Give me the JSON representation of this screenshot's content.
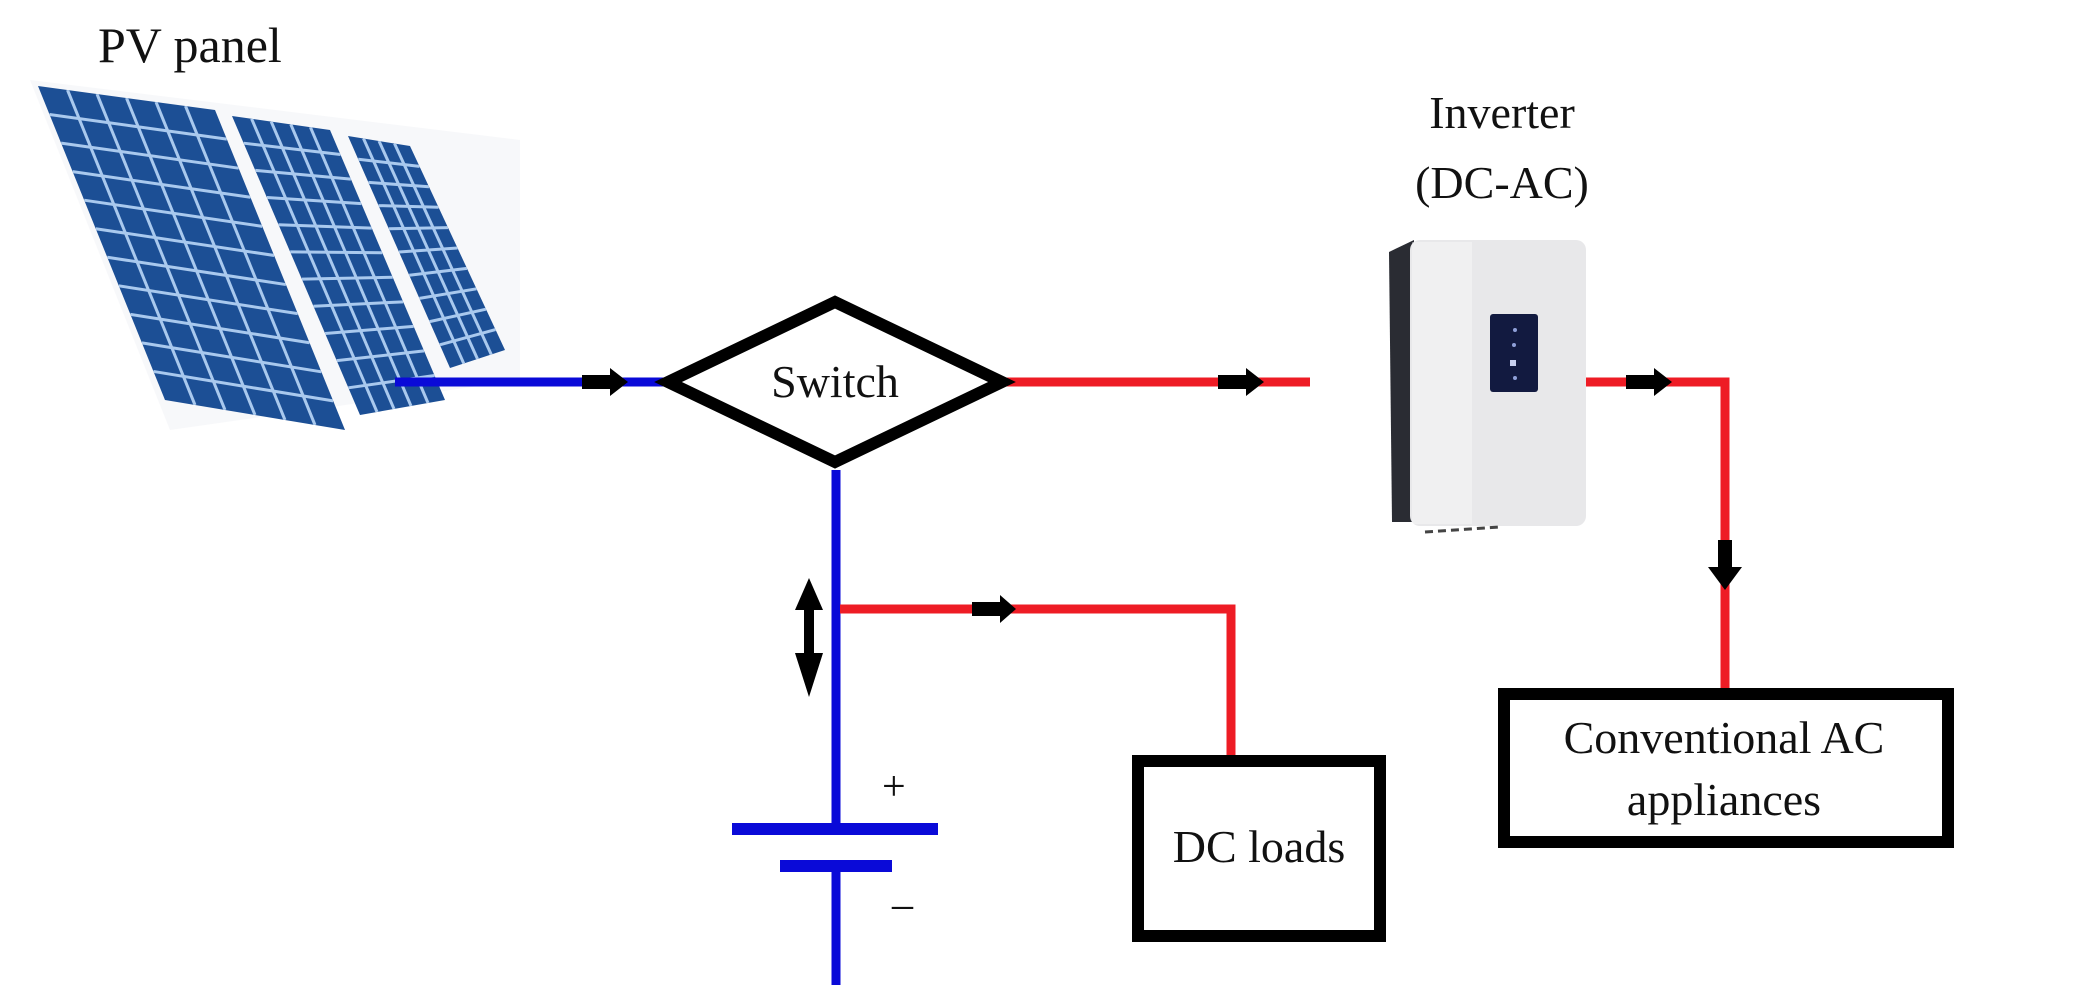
{
  "diagram": {
    "type": "pv_system_block_diagram",
    "colors": {
      "dc_wire": "#0a0ad8",
      "ac_wire": "#ee1c25",
      "arrow": "#000000",
      "box_border": "#000000",
      "panel_cell": "#1c4f95",
      "panel_grid": "#a9c9ee",
      "inverter_body": "#e8e8ea",
      "inverter_side": "#2a2c33",
      "inverter_display": "#121a40"
    },
    "components": {
      "pv_panel": {
        "label": "PV panel"
      },
      "switch": {
        "label": "Switch"
      },
      "inverter": {
        "label_line1": "Inverter",
        "label_line2": "(DC-AC)"
      },
      "battery": {
        "plus": "+",
        "minus": "–"
      },
      "dc_loads": {
        "label": "DC loads"
      },
      "ac_appliances": {
        "label_line1": "Conventional AC",
        "label_line2": "appliances"
      }
    },
    "connections": [
      {
        "from": "pv_panel",
        "to": "switch",
        "type": "DC",
        "direction": "forward"
      },
      {
        "from": "switch",
        "to": "inverter",
        "type": "AC-side",
        "direction": "forward"
      },
      {
        "from": "inverter",
        "to": "ac_appliances",
        "type": "AC",
        "direction": "forward"
      },
      {
        "from": "switch",
        "to": "battery",
        "type": "DC",
        "direction": "bidirectional"
      },
      {
        "from": "switch",
        "to": "dc_loads",
        "type": "DC-load",
        "direction": "forward"
      }
    ]
  }
}
